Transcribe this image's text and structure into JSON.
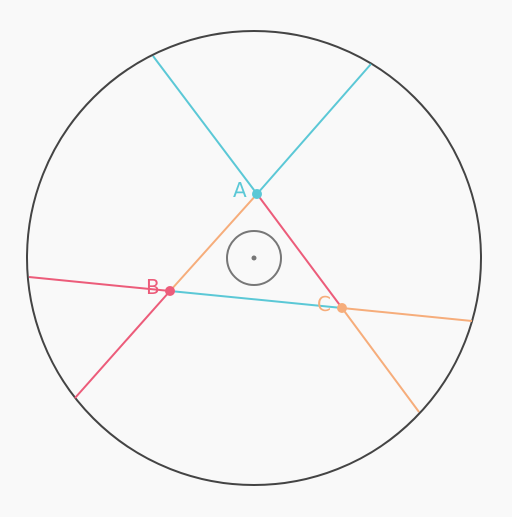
{
  "diagram": {
    "background": "#f9f9f9",
    "colors": {
      "circle": "#444444",
      "small_circle": "#777777",
      "center_dot": "#777777",
      "A": "#5bc8d6",
      "B": "#ec5c7a",
      "C": "#f6ad7b"
    },
    "points": [
      {
        "id": "A",
        "label": "A"
      },
      {
        "id": "B",
        "label": "B"
      },
      {
        "id": "C",
        "label": "C"
      }
    ]
  }
}
